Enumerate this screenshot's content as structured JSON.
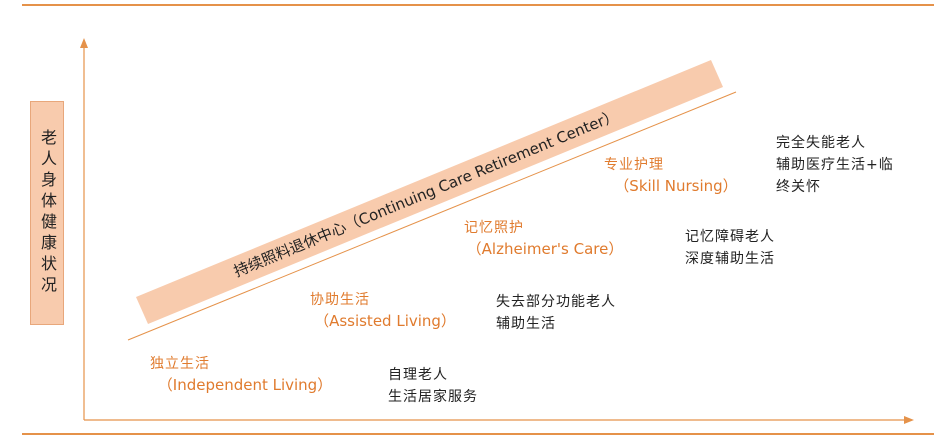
{
  "colors": {
    "accent": "#E07B2E",
    "band_fill": "#F8CBAD",
    "frame": "#E5924A",
    "axis": "#E5924A"
  },
  "y_axis_label": "老人身体健康状况",
  "band_label": "持续照料退休中心（Continuing Care Retirement Center）",
  "stages": [
    {
      "zh": "独立生活",
      "en": "（Independent Living）",
      "desc": [
        "自理老人",
        "生活居家服务"
      ]
    },
    {
      "zh": "协助生活",
      "en": "（Assisted Living）",
      "desc": [
        "失去部分功能老人",
        "辅助生活"
      ]
    },
    {
      "zh": "记忆照护",
      "en": "（Alzheimer's Care）",
      "desc": [
        "记忆障碍老人",
        "深度辅助生活"
      ]
    },
    {
      "zh": "专业护理",
      "en": "（Skill Nursing）",
      "desc": [
        "完全失能老人",
        "辅助医疗生活+临",
        "终关怀"
      ]
    }
  ]
}
